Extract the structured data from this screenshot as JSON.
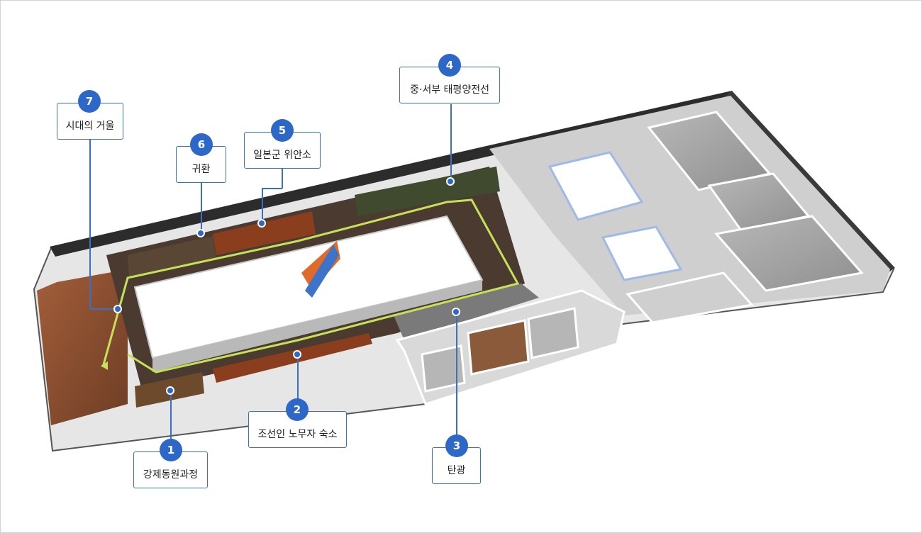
{
  "zones": [
    {
      "number": "1",
      "label": "강제동원과정"
    },
    {
      "number": "2",
      "label": "조선인 노무자 숙소"
    },
    {
      "number": "3",
      "label": "탄광"
    },
    {
      "number": "4",
      "label": "중·서부 태평양전선"
    },
    {
      "number": "5",
      "label": "일본군 위안소"
    },
    {
      "number": "6",
      "label": "귀환"
    },
    {
      "number": "7",
      "label": "시대의 거울"
    }
  ],
  "colors": {
    "badge": "#2d67c8",
    "path": "#c6e05a",
    "wall": "#f2f2f2",
    "floor_gray": "#a9a9a9",
    "floor_wood": "#8a5236"
  }
}
